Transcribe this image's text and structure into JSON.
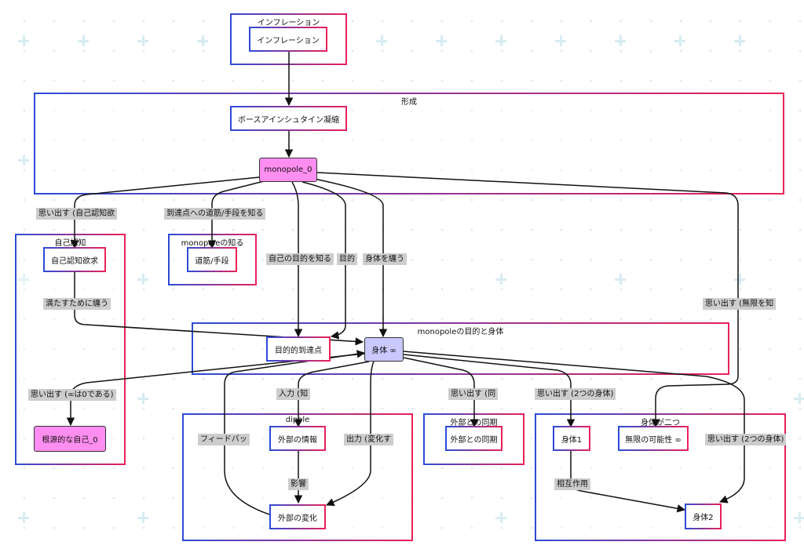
{
  "groups": {
    "inflation": "インフレーション",
    "formation": "形成",
    "self_awareness": "自己認知",
    "monopole_knows": "monopoleの知る",
    "purpose_body": "monopoleの目的と身体",
    "dipole": "dipole",
    "external_sync": "外部との同期",
    "two_bodies": "身体が二つ"
  },
  "nodes": {
    "inflation": "インフレーション",
    "bec": "ボースアインシュタイン凝縮",
    "monopole0": "monopole_0",
    "self_desire": "自己認知欲求",
    "root_self": "根源的な自己_0",
    "path_means": "道筋/手段",
    "destination": "目的的到達点",
    "body_inf": "身体 ∞",
    "ext_info": "外部の情報",
    "ext_change": "外部の変化",
    "ext_sync": "外部との同期",
    "body1": "身体1",
    "infinite_possibility": "無限の可能性 ∞",
    "body2": "身体2"
  },
  "edge_labels": {
    "recall_self": "思い出す (自己認知欲",
    "know_path": "到達点への道筋/手段を知る",
    "know_purpose": "自己の目的を知る",
    "purpose": "目的",
    "wear_body": "身体を纏う",
    "recall_infinite": "思い出す (無限を知",
    "wear_to_satisfy": "満たすために纏う",
    "recall_zero": "思い出す (∞は0である)",
    "input": "入力 (知",
    "feedback": "フィードバッ",
    "output": "出力 (変化す",
    "influence": "影響",
    "recall_same": "思い出す (同",
    "recall_two_a": "思い出す (2つの身体)",
    "recall_two_b": "思い出す (2つの身体)",
    "interaction": "相互作用"
  },
  "colors": {
    "border_start": "#2d4bd6",
    "border_end": "#e8215a",
    "monopole_fill": "#ff8ef0",
    "body_fill": "#c9c8ff",
    "label_bg": "#cdcdcd"
  }
}
